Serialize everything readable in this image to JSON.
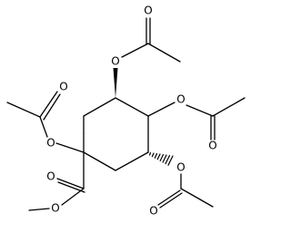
{
  "molecule": {
    "atom_labels": {
      "o_c1_ester": "O",
      "o_c1_acetyl_carbonyl": "O",
      "o_methyl_ester_carbonyl": "O",
      "o_methyl_ester": "O",
      "o_c3": "O",
      "o_c3_carbonyl": "O",
      "o_c4": "O",
      "o_c4_carbonyl": "O",
      "o_c5": "O",
      "o_c5_carbonyl": "O"
    },
    "colors": {
      "bond": "#000000",
      "background": "#ffffff"
    }
  }
}
